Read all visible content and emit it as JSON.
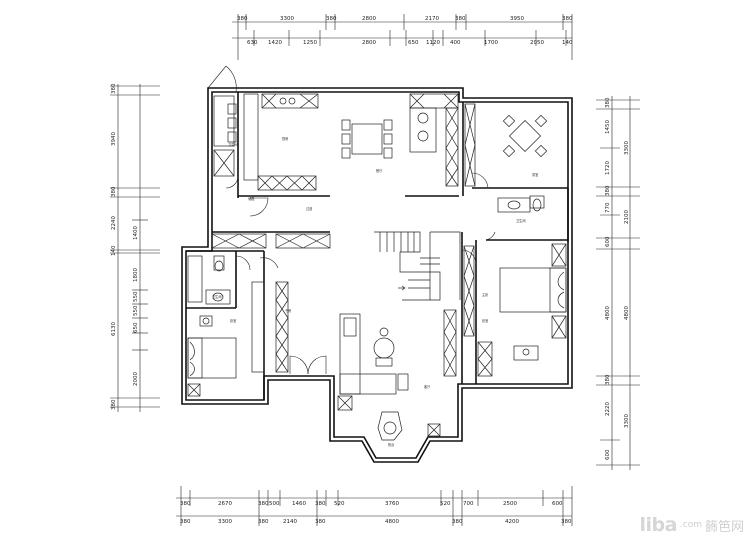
{
  "dims": {
    "top_outer": [
      "380",
      "3300",
      "380",
      "2800",
      "2170",
      "380",
      "3950",
      "380"
    ],
    "top_inner": [
      "630",
      "1420",
      "1250",
      "2800",
      "650",
      "1120",
      "400",
      "1700",
      "2050",
      "140"
    ],
    "bottom_inner": [
      "380",
      "2670",
      "380",
      "500",
      "1460",
      "380",
      "520",
      "3760",
      "520",
      "700",
      "2500",
      "600"
    ],
    "bottom_outer": [
      "380",
      "3300",
      "380",
      "2140",
      "380",
      "4800",
      "380",
      "4200",
      "380"
    ],
    "left_outer": [
      "380",
      "3940",
      "380",
      "2240",
      "140",
      "6130",
      "380"
    ],
    "left_inner": [
      "1400",
      "1800",
      "550",
      "550",
      "650",
      "2000"
    ],
    "right_inner": [
      "380",
      "1450",
      "1720",
      "380",
      "770",
      "600",
      "4800",
      "380",
      "2220",
      "600"
    ],
    "right_outer": [
      "3300",
      "2100",
      "4800",
      "3300"
    ]
  },
  "rooms": {
    "kitchen": "厨房",
    "dining": "餐厅",
    "living": "客厅",
    "hall": "过道",
    "study": "书房",
    "bath_1": "卫生间",
    "bath_2": "卫生间",
    "bath_3": "卫生间",
    "bedroom_1": "卧室",
    "bedroom_2": "卧室",
    "master": "主卧",
    "balcony": "阳台",
    "tea": "茶室",
    "storage": "储藏"
  },
  "watermark": {
    "logo": "liba",
    "site": ".com",
    "cn": "籂笆网"
  }
}
